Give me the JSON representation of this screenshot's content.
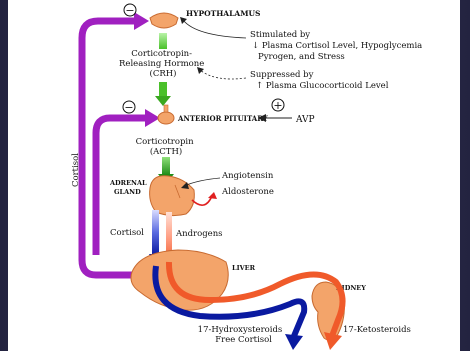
{
  "diagram": {
    "hypothalamus": "HYPOTHALAMUS",
    "crh": [
      "Corticotropin-",
      "Releasing Hormone",
      "(CRH)"
    ],
    "stimulated": [
      "Stimulated by",
      "↓ Plasma Cortisol Level, Hypoglycemia",
      "Pyrogen, and Stress"
    ],
    "suppressed": [
      "Suppressed by",
      "↑ Plasma Glucocorticoid Level"
    ],
    "anterior_pituitary": "ANTERIOR PITUITARY",
    "avp": "AVP",
    "acth": [
      "Corticotropin",
      "(ACTH)"
    ],
    "angiotensin": "Angiotensin",
    "aldosterone": "Aldosterone",
    "adrenal_gland": [
      "ADRENAL",
      "GLAND"
    ],
    "cortisol_side": "Cortisol",
    "cortisol_mid": "Cortisol",
    "androgens": "Androgens",
    "liver": "LIVER",
    "kidney": "KIDNEY",
    "hydroxy": [
      "17-Hydroxysteroids",
      "Free Cortisol"
    ],
    "keto": "17-Ketosteroids",
    "minus_sign": "−",
    "plus_sign": "+"
  },
  "colors": {
    "feedback_arrow": "#a020c0",
    "crh_arrow": "#59d936",
    "acth_arrow": "#2a9c20",
    "cortisol_flow": "#0a1aa0",
    "androgen_flow": "#f05a2a",
    "aldosterone_arrow": "#e02020",
    "organ_fill": "#f3a46a",
    "organ_stroke": "#c86a30"
  }
}
